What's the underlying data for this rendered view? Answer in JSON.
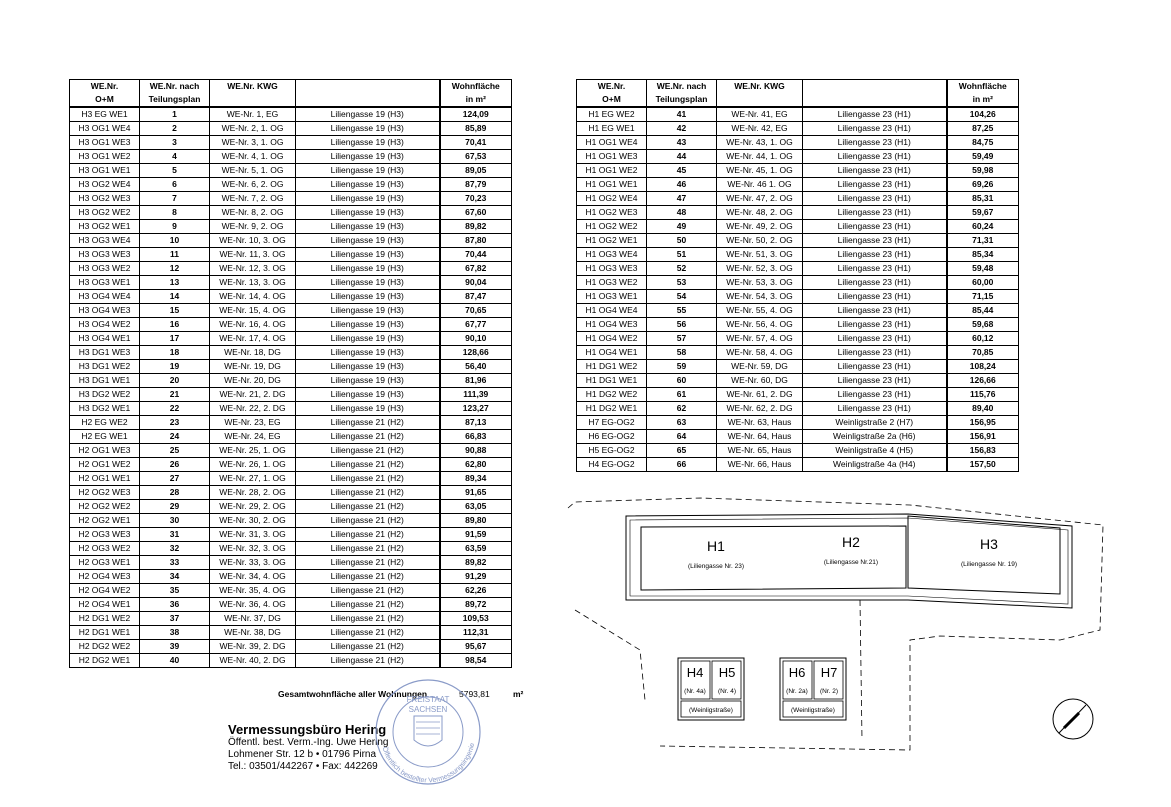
{
  "headers": {
    "col1a": "WE.Nr.",
    "col1b": "O+M",
    "col2a": "WE.Nr. nach",
    "col2b": "Teilungsplan",
    "col3a": "WE.Nr. KWG",
    "col5a": "Wohnfläche",
    "col5b": "in m²"
  },
  "left_rows": [
    [
      "H3 EG WE1",
      "1",
      "WE-Nr. 1, EG",
      "Liliengasse 19 (H3)",
      "124,09"
    ],
    [
      "H3 OG1 WE4",
      "2",
      "WE-Nr. 2, 1. OG",
      "Liliengasse 19 (H3)",
      "85,89"
    ],
    [
      "H3 OG1 WE3",
      "3",
      "WE-Nr. 3, 1. OG",
      "Liliengasse 19 (H3)",
      "70,41"
    ],
    [
      "H3 OG1 WE2",
      "4",
      "WE-Nr. 4, 1. OG",
      "Liliengasse 19 (H3)",
      "67,53"
    ],
    [
      "H3 OG1 WE1",
      "5",
      "WE-Nr. 5, 1. OG",
      "Liliengasse 19 (H3)",
      "89,05"
    ],
    [
      "H3 OG2 WE4",
      "6",
      "WE-Nr. 6, 2. OG",
      "Liliengasse 19 (H3)",
      "87,79"
    ],
    [
      "H3 OG2 WE3",
      "7",
      "WE-Nr. 7, 2. OG",
      "Liliengasse 19 (H3)",
      "70,23"
    ],
    [
      "H3 OG2 WE2",
      "8",
      "WE-Nr. 8, 2. OG",
      "Liliengasse 19 (H3)",
      "67,60"
    ],
    [
      "H3 OG2 WE1",
      "9",
      "WE-Nr. 9, 2. OG",
      "Liliengasse 19 (H3)",
      "89,82"
    ],
    [
      "H3 OG3 WE4",
      "10",
      "WE-Nr. 10, 3. OG",
      "Liliengasse 19 (H3)",
      "87,80"
    ],
    [
      "H3 OG3 WE3",
      "11",
      "WE-Nr. 11, 3. OG",
      "Liliengasse 19 (H3)",
      "70,44"
    ],
    [
      "H3 OG3 WE2",
      "12",
      "WE-Nr. 12, 3. OG",
      "Liliengasse 19 (H3)",
      "67,82"
    ],
    [
      "H3 OG3 WE1",
      "13",
      "WE-Nr. 13, 3. OG",
      "Liliengasse 19 (H3)",
      "90,04"
    ],
    [
      "H3 OG4 WE4",
      "14",
      "WE-Nr. 14, 4. OG",
      "Liliengasse 19 (H3)",
      "87,47"
    ],
    [
      "H3 OG4 WE3",
      "15",
      "WE-Nr. 15, 4. OG",
      "Liliengasse 19 (H3)",
      "70,65"
    ],
    [
      "H3 OG4 WE2",
      "16",
      "WE-Nr. 16, 4. OG",
      "Liliengasse 19 (H3)",
      "67,77"
    ],
    [
      "H3 OG4 WE1",
      "17",
      "WE-Nr. 17, 4. OG",
      "Liliengasse 19 (H3)",
      "90,10"
    ],
    [
      "H3 DG1 WE3",
      "18",
      "WE-Nr. 18, DG",
      "Liliengasse 19 (H3)",
      "128,66"
    ],
    [
      "H3 DG1 WE2",
      "19",
      "WE-Nr. 19, DG",
      "Liliengasse 19 (H3)",
      "56,40"
    ],
    [
      "H3 DG1 WE1",
      "20",
      "WE-Nr. 20, DG",
      "Liliengasse 19 (H3)",
      "81,96"
    ],
    [
      "H3 DG2 WE2",
      "21",
      "WE-Nr. 21, 2. DG",
      "Liliengasse 19 (H3)",
      "111,39"
    ],
    [
      "H3 DG2 WE1",
      "22",
      "WE-Nr. 22, 2. DG",
      "Liliengasse 19 (H3)",
      "123,27"
    ],
    [
      "H2 EG WE2",
      "23",
      "WE-Nr. 23, EG",
      "Liliengasse 21 (H2)",
      "87,13"
    ],
    [
      "H2 EG WE1",
      "24",
      "WE-Nr. 24, EG",
      "Liliengasse 21 (H2)",
      "66,83"
    ],
    [
      "H2 OG1 WE3",
      "25",
      "WE-Nr. 25, 1. OG",
      "Liliengasse 21 (H2)",
      "90,88"
    ],
    [
      "H2 OG1 WE2",
      "26",
      "WE-Nr. 26, 1. OG",
      "Liliengasse 21 (H2)",
      "62,80"
    ],
    [
      "H2 OG1 WE1",
      "27",
      "WE-Nr. 27, 1. OG",
      "Liliengasse 21 (H2)",
      "89,34"
    ],
    [
      "H2 OG2 WE3",
      "28",
      "WE-Nr. 28, 2. OG",
      "Liliengasse 21 (H2)",
      "91,65"
    ],
    [
      "H2 OG2 WE2",
      "29",
      "WE-Nr. 29, 2. OG",
      "Liliengasse 21 (H2)",
      "63,05"
    ],
    [
      "H2 OG2 WE1",
      "30",
      "WE-Nr. 30, 2. OG",
      "Liliengasse 21 (H2)",
      "89,80"
    ],
    [
      "H2 OG3 WE3",
      "31",
      "WE-Nr. 31, 3. OG",
      "Liliengasse 21 (H2)",
      "91,59"
    ],
    [
      "H2 OG3 WE2",
      "32",
      "WE-Nr. 32, 3. OG",
      "Liliengasse 21 (H2)",
      "63,59"
    ],
    [
      "H2 OG3 WE1",
      "33",
      "WE-Nr. 33, 3. OG",
      "Liliengasse 21 (H2)",
      "89,82"
    ],
    [
      "H2 OG4 WE3",
      "34",
      "WE-Nr. 34, 4. OG",
      "Liliengasse 21 (H2)",
      "91,29"
    ],
    [
      "H2 OG4 WE2",
      "35",
      "WE-Nr. 35, 4. OG",
      "Liliengasse 21 (H2)",
      "62,26"
    ],
    [
      "H2 OG4 WE1",
      "36",
      "WE-Nr. 36, 4. OG",
      "Liliengasse 21 (H2)",
      "89,72"
    ],
    [
      "H2 DG1 WE2",
      "37",
      "WE-Nr. 37, DG",
      "Liliengasse 21 (H2)",
      "109,53"
    ],
    [
      "H2 DG1 WE1",
      "38",
      "WE-Nr. 38, DG",
      "Liliengasse 21 (H2)",
      "112,31"
    ],
    [
      "H2 DG2 WE2",
      "39",
      "WE-Nr. 39, 2. DG",
      "Liliengasse 21 (H2)",
      "95,67"
    ],
    [
      "H2 DG2 WE1",
      "40",
      "WE-Nr. 40, 2. DG",
      "Liliengasse 21 (H2)",
      "98,54"
    ]
  ],
  "right_rows": [
    [
      "H1 EG WE2",
      "41",
      "WE-Nr. 41, EG",
      "Liliengasse 23 (H1)",
      "104,26"
    ],
    [
      "H1 EG WE1",
      "42",
      "WE-Nr. 42, EG",
      "Liliengasse 23 (H1)",
      "87,25"
    ],
    [
      "H1 OG1 WE4",
      "43",
      "WE-Nr. 43, 1. OG",
      "Liliengasse 23 (H1)",
      "84,75"
    ],
    [
      "H1 OG1 WE3",
      "44",
      "WE-Nr. 44, 1. OG",
      "Liliengasse 23 (H1)",
      "59,49"
    ],
    [
      "H1 OG1 WE2",
      "45",
      "WE-Nr. 45, 1. OG",
      "Liliengasse 23 (H1)",
      "59,98"
    ],
    [
      "H1 OG1 WE1",
      "46",
      "WE-Nr. 46 1. OG",
      "Liliengasse 23 (H1)",
      "69,26"
    ],
    [
      "H1 OG2 WE4",
      "47",
      "WE-Nr. 47, 2. OG",
      "Liliengasse 23 (H1)",
      "85,31"
    ],
    [
      "H1 OG2 WE3",
      "48",
      "WE-Nr. 48, 2. OG",
      "Liliengasse 23 (H1)",
      "59,67"
    ],
    [
      "H1 OG2 WE2",
      "49",
      "WE-Nr. 49, 2. OG",
      "Liliengasse 23 (H1)",
      "60,24"
    ],
    [
      "H1 OG2 WE1",
      "50",
      "WE-Nr. 50, 2. OG",
      "Liliengasse 23 (H1)",
      "71,31"
    ],
    [
      "H1 OG3 WE4",
      "51",
      "WE-Nr. 51, 3. OG",
      "Liliengasse 23 (H1)",
      "85,34"
    ],
    [
      "H1 OG3 WE3",
      "52",
      "WE-Nr. 52, 3. OG",
      "Liliengasse 23 (H1)",
      "59,48"
    ],
    [
      "H1 OG3 WE2",
      "53",
      "WE-Nr. 53, 3. OG",
      "Liliengasse 23 (H1)",
      "60,00"
    ],
    [
      "H1 OG3 WE1",
      "54",
      "WE-Nr. 54, 3. OG",
      "Liliengasse 23 (H1)",
      "71,15"
    ],
    [
      "H1 OG4 WE4",
      "55",
      "WE-Nr. 55, 4. OG",
      "Liliengasse 23 (H1)",
      "85,44"
    ],
    [
      "H1 OG4 WE3",
      "56",
      "WE-Nr. 56, 4. OG",
      "Liliengasse 23 (H1)",
      "59,68"
    ],
    [
      "H1 OG4 WE2",
      "57",
      "WE-Nr. 57, 4. OG",
      "Liliengasse 23 (H1)",
      "60,12"
    ],
    [
      "H1 OG4 WE1",
      "58",
      "WE-Nr. 58, 4. OG",
      "Liliengasse 23 (H1)",
      "70,85"
    ],
    [
      "H1 DG1 WE2",
      "59",
      "WE-Nr. 59, DG",
      "Liliengasse 23 (H1)",
      "108,24"
    ],
    [
      "H1 DG1 WE1",
      "60",
      "WE-Nr. 60, DG",
      "Liliengasse 23 (H1)",
      "126,66"
    ],
    [
      "H1 DG2 WE2",
      "61",
      "WE-Nr. 61, 2. DG",
      "Liliengasse 23 (H1)",
      "115,76"
    ],
    [
      "H1 DG2 WE1",
      "62",
      "WE-Nr. 62, 2. DG",
      "Liliengasse 23 (H1)",
      "89,40"
    ],
    [
      "H7 EG-OG2",
      "63",
      "WE-Nr. 63, Haus",
      "Weinligstraße 2 (H7)",
      "156,95"
    ],
    [
      "H6 EG-OG2",
      "64",
      "WE-Nr. 64, Haus",
      "Weinligstraße 2a (H6)",
      "156,91"
    ],
    [
      "H5 EG-OG2",
      "65",
      "WE-Nr. 65, Haus",
      "Weinligstraße 4 (H5)",
      "156,83"
    ],
    [
      "H4 EG-OG2",
      "66",
      "WE-Nr. 66, Haus",
      "Weinligstraße 4a (H4)",
      "157,50"
    ]
  ],
  "total": {
    "label": "Gesamtwohnfläche aller Wohnungen",
    "value": "5793,81",
    "unit": "m²"
  },
  "office": {
    "name": "Vermessungsbüro Hering",
    "line1": "Öffentl. best. Verm.-Ing. Uwe Hering",
    "line2": "Lohmener Str. 12 b • 01796 Pirna",
    "line3": "Tel.: 03501/442267 • Fax: 442269"
  },
  "seal": {
    "top": "FREISTAAT",
    "mid": "SACHSEN",
    "ring": "Öffentlich bestellter Vermessungsingenieur Dipl.-Ing. (FH) Uwe Hering"
  },
  "plan": {
    "h1": "H1",
    "h1_sub": "(Liliengasse  Nr. 23)",
    "h2": "H2",
    "h2_sub": "(Liliengasse Nr.21)",
    "h3": "H3",
    "h3_sub": "(Liliengasse Nr. 19)",
    "h4": "H4",
    "h4_sub": "(Nr. 4a)",
    "h5": "H5",
    "h5_sub": "(Nr. 4)",
    "h6": "H6",
    "h6_sub": "(Nr. 2a)",
    "h7": "H7",
    "h7_sub": "(Nr. 2)",
    "weinlig_left": "(Weinligstraße)",
    "weinlig_right": "(Weinligstraße)"
  },
  "colors": {
    "ink": "#000000",
    "stamp": "#8a9bc8"
  }
}
